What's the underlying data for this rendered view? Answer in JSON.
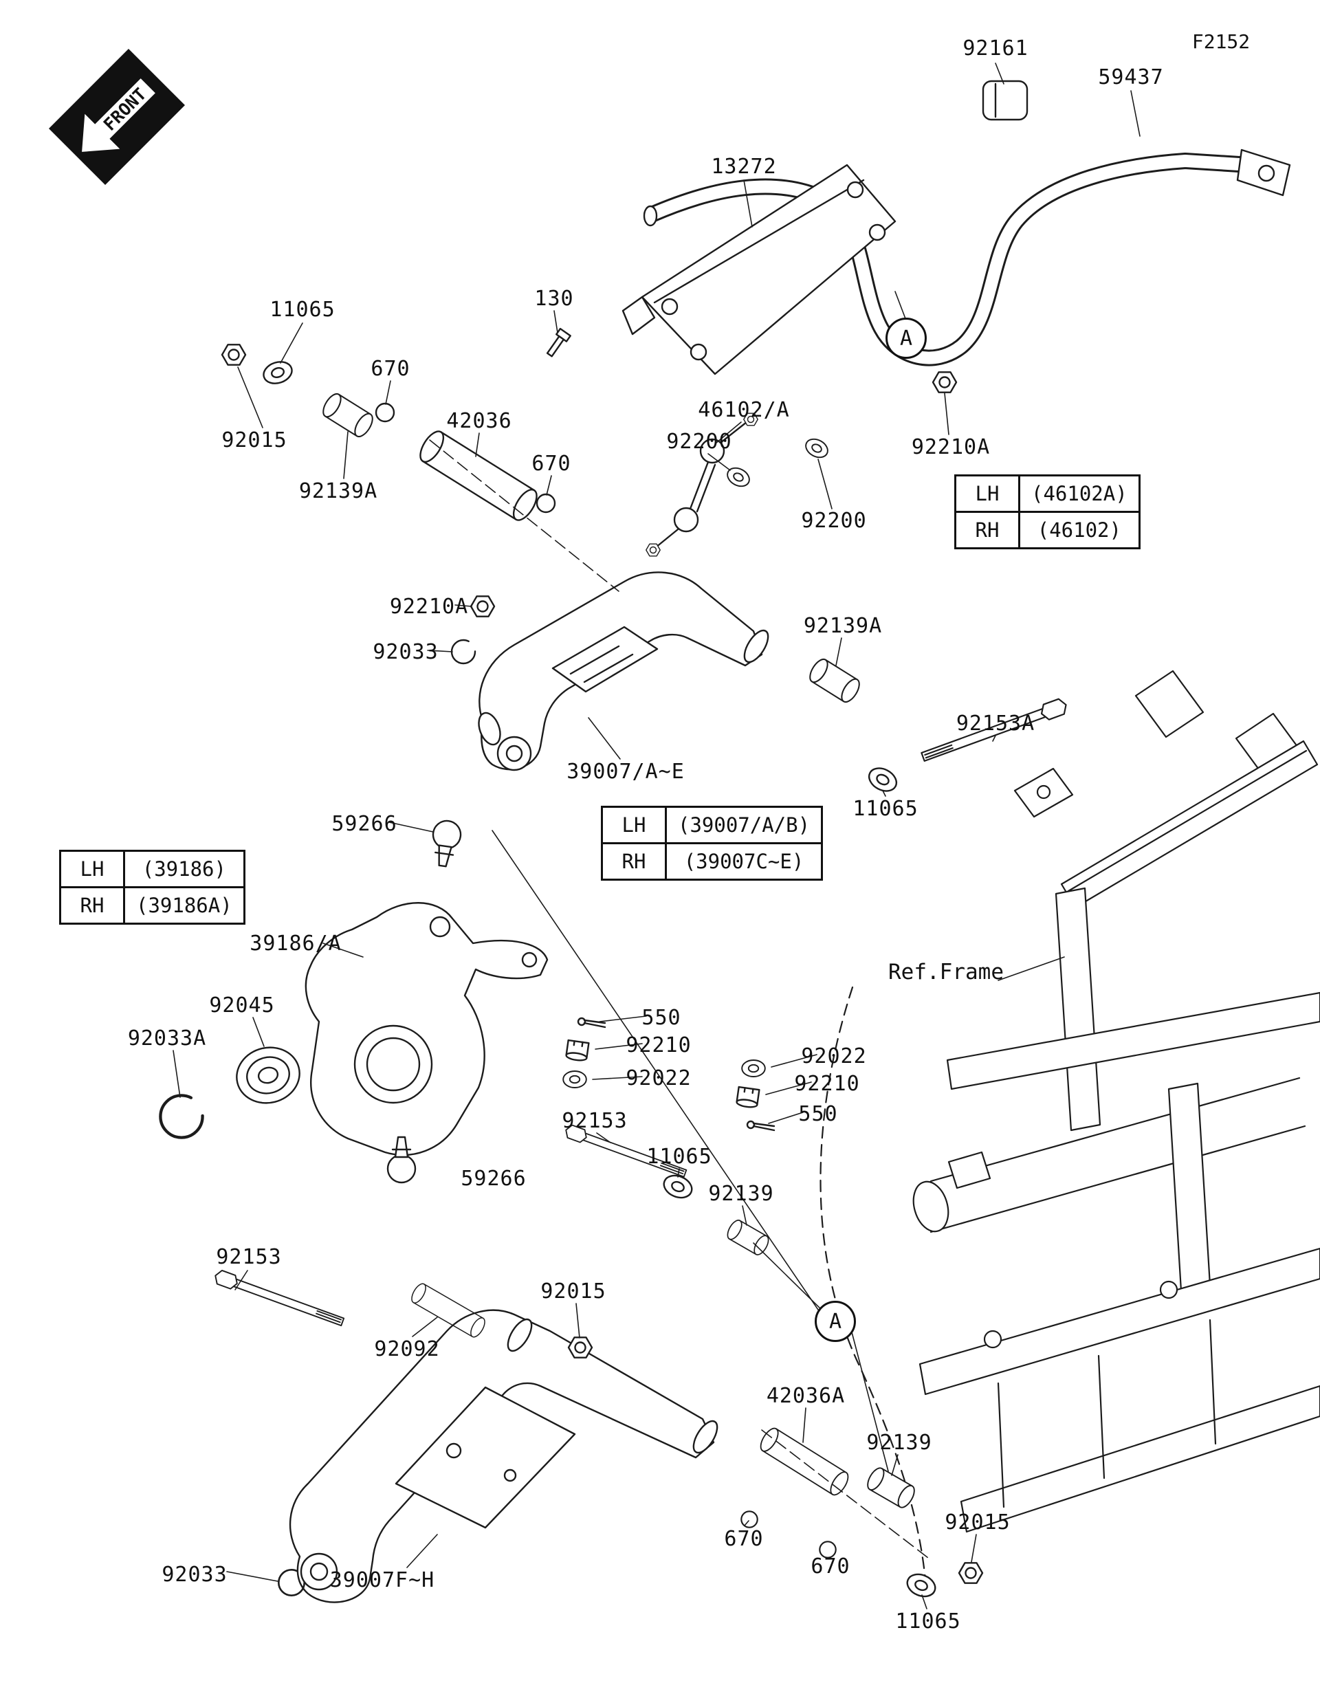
{
  "page": {
    "figure_code": "F2152",
    "front_label": "FRONT",
    "ref_frame_label": "Ref.Frame",
    "detail_marker": "A"
  },
  "part_labels": [
    "92161",
    "59437",
    "13272",
    "130",
    "11065",
    "670",
    "92015",
    "42036",
    "92139A",
    "670",
    "46102/A",
    "92200",
    "92200",
    "92210A",
    "92210A",
    "92033",
    "92139A",
    "39007/A~E",
    "92153A",
    "11065",
    "59266",
    "39186/A",
    "92045",
    "92033A",
    "550",
    "92210",
    "92022",
    "92022",
    "92210",
    "550",
    "92153",
    "11065",
    "59266",
    "92139",
    "92153",
    "92092",
    "92015",
    "42036A",
    "92139",
    "670",
    "670",
    "92015",
    "92033",
    "39007F~H",
    "11065"
  ],
  "tables": {
    "stabilizer_link": {
      "rows": [
        [
          "LH",
          "(46102A)"
        ],
        [
          "RH",
          "(46102)"
        ]
      ]
    },
    "upper_arm": {
      "rows": [
        [
          "LH",
          "(39007/A/B)"
        ],
        [
          "RH",
          "(39007C~E)"
        ]
      ]
    },
    "knuckle": {
      "rows": [
        [
          "LH",
          "(39186)"
        ],
        [
          "RH",
          "(39186A)"
        ]
      ]
    }
  }
}
